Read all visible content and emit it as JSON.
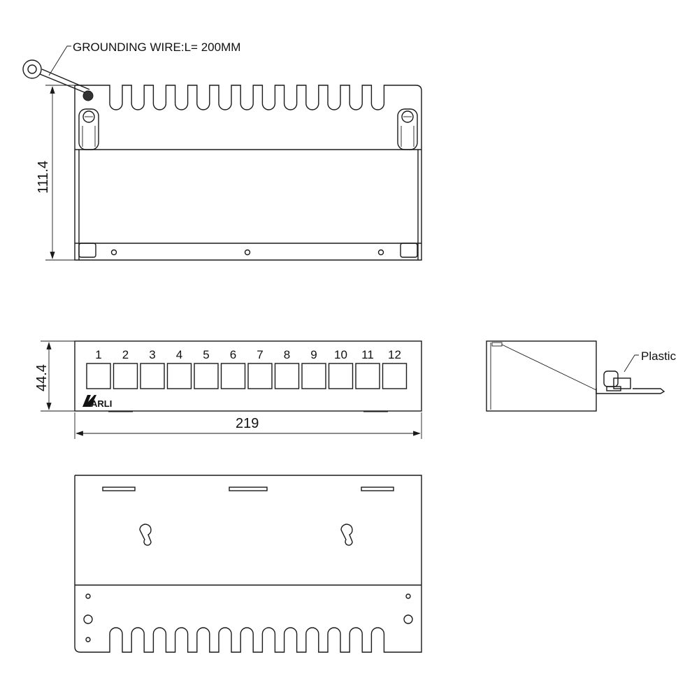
{
  "annotations": {
    "grounding_wire": "GROUNDING WIRE:L= 200MM",
    "plastic": "Plastic"
  },
  "dimensions": {
    "height_top_view": "111.4",
    "height_front_view": "44.4",
    "width": "219"
  },
  "front_panel": {
    "port_labels": [
      "1",
      "2",
      "3",
      "4",
      "5",
      "6",
      "7",
      "8",
      "9",
      "10",
      "11",
      "12"
    ],
    "brand_logo": "ARLI"
  },
  "colors": {
    "line": "#1a1a1a",
    "background": "#ffffff"
  }
}
